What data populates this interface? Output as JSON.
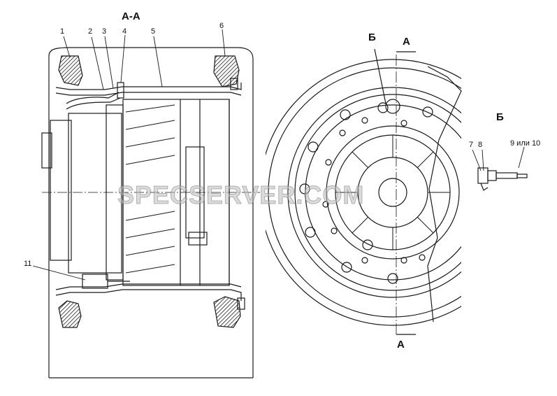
{
  "section_title": "А-А",
  "view_b_title": "Б",
  "section_marker_top": "А",
  "section_marker_bottom": "А",
  "view_marker": "Б",
  "callouts": {
    "c1": "1",
    "c2": "2",
    "c3": "3",
    "c4": "4",
    "c5": "5",
    "c6": "6",
    "c7": "7",
    "c8": "8",
    "c9_10": "9 или 10",
    "c11": "11"
  },
  "watermark": "SPECSERVER.COM",
  "colors": {
    "ink": "#1a1a1a",
    "hatch": "#333333",
    "background": "#ffffff"
  }
}
